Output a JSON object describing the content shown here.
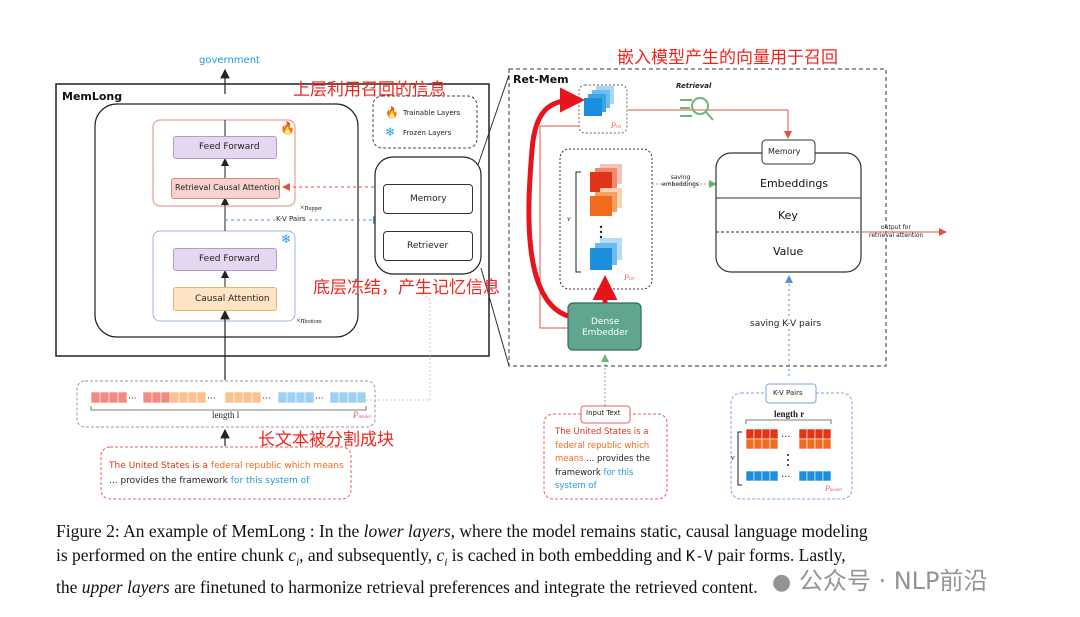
{
  "memlong": {
    "title": "MemLong",
    "top_output": "government",
    "upper": {
      "feed_forward": "Feed Forward",
      "retrieval_attention": "Retrieval Causal Attention",
      "times": "×",
      "n_label": "n",
      "n_sub": "upper"
    },
    "kv_pairs": "K-V Pairs",
    "lower": {
      "feed_forward": "Feed Forward",
      "causal_attention": "Causal Attention",
      "times": "×",
      "n_label": "n",
      "n_sub": "bottom"
    },
    "memory": "Memory",
    "retriever": "Retriever",
    "legend": {
      "trainable": "Trainable Layers",
      "frozen": "Frozen Layers"
    },
    "chunk_length": "length l",
    "p_sym": "P",
    "p_sub_model": "model",
    "input_text": {
      "p1": "The United States is a ",
      "p2": "federal republic which means",
      "p3": "... provides the framework ",
      "p4": "for this system of"
    }
  },
  "retmem": {
    "title": "Ret-Mem",
    "retrieval": "Retrieval",
    "p_sym": "P",
    "p_sub_ret": "ret",
    "v": "v",
    "saving_embeddings": [
      "saving",
      "embeddings"
    ],
    "memory_tab": "Memory",
    "embeddings": "Embeddings",
    "key": "Key",
    "value": "Value",
    "output_for": [
      "output for",
      "retrieval attention"
    ],
    "dense_embedder": [
      "Dense",
      "Embedder"
    ],
    "saving_kv": "saving K-V pairs",
    "input_text_tab": "Input Text",
    "input_lines": [
      [
        "The United States is a",
        ""
      ],
      [
        "federal republic which",
        ""
      ],
      [
        "means",
        " ... provides the"
      ],
      [
        "framework ",
        "for this"
      ],
      [
        "system of",
        ""
      ]
    ],
    "kv_tab": "K-V Pairs",
    "length_r": "length r",
    "p_sub_model": "model"
  },
  "annotations": {
    "upper_cn": "上层利用召回的信息",
    "embed_cn": "嵌入模型产生的向量用于召回",
    "lower_cn": "底层冻结，产生记忆信息",
    "split_cn": "长文本被分割成块"
  },
  "caption": {
    "line1a": "Figure 2: An example of MemLong : In the ",
    "line1b": "lower layers",
    "line1c": ", where the model remains static, causal language modeling",
    "line2a": "is performed on the entire chunk ",
    "line2b": "c",
    "line2c": "i",
    "line2d": ", and subsequently, ",
    "line2e": "c",
    "line2f": "i",
    "line2g": " is cached in both embedding and ",
    "line2h": "K-V",
    "line2i": " pair forms. Lastly,",
    "line3a": "the ",
    "line3b": "upper layers",
    "line3c": " are finetuned to harmonize retrieval preferences and integrate the retrieved content."
  },
  "watermark": "公众号 · NLP前沿",
  "colors": {
    "annotation_red": "#f0251f",
    "orange": "#f26b1d",
    "blue": "#1e9be0",
    "teal": "#5fa590"
  }
}
